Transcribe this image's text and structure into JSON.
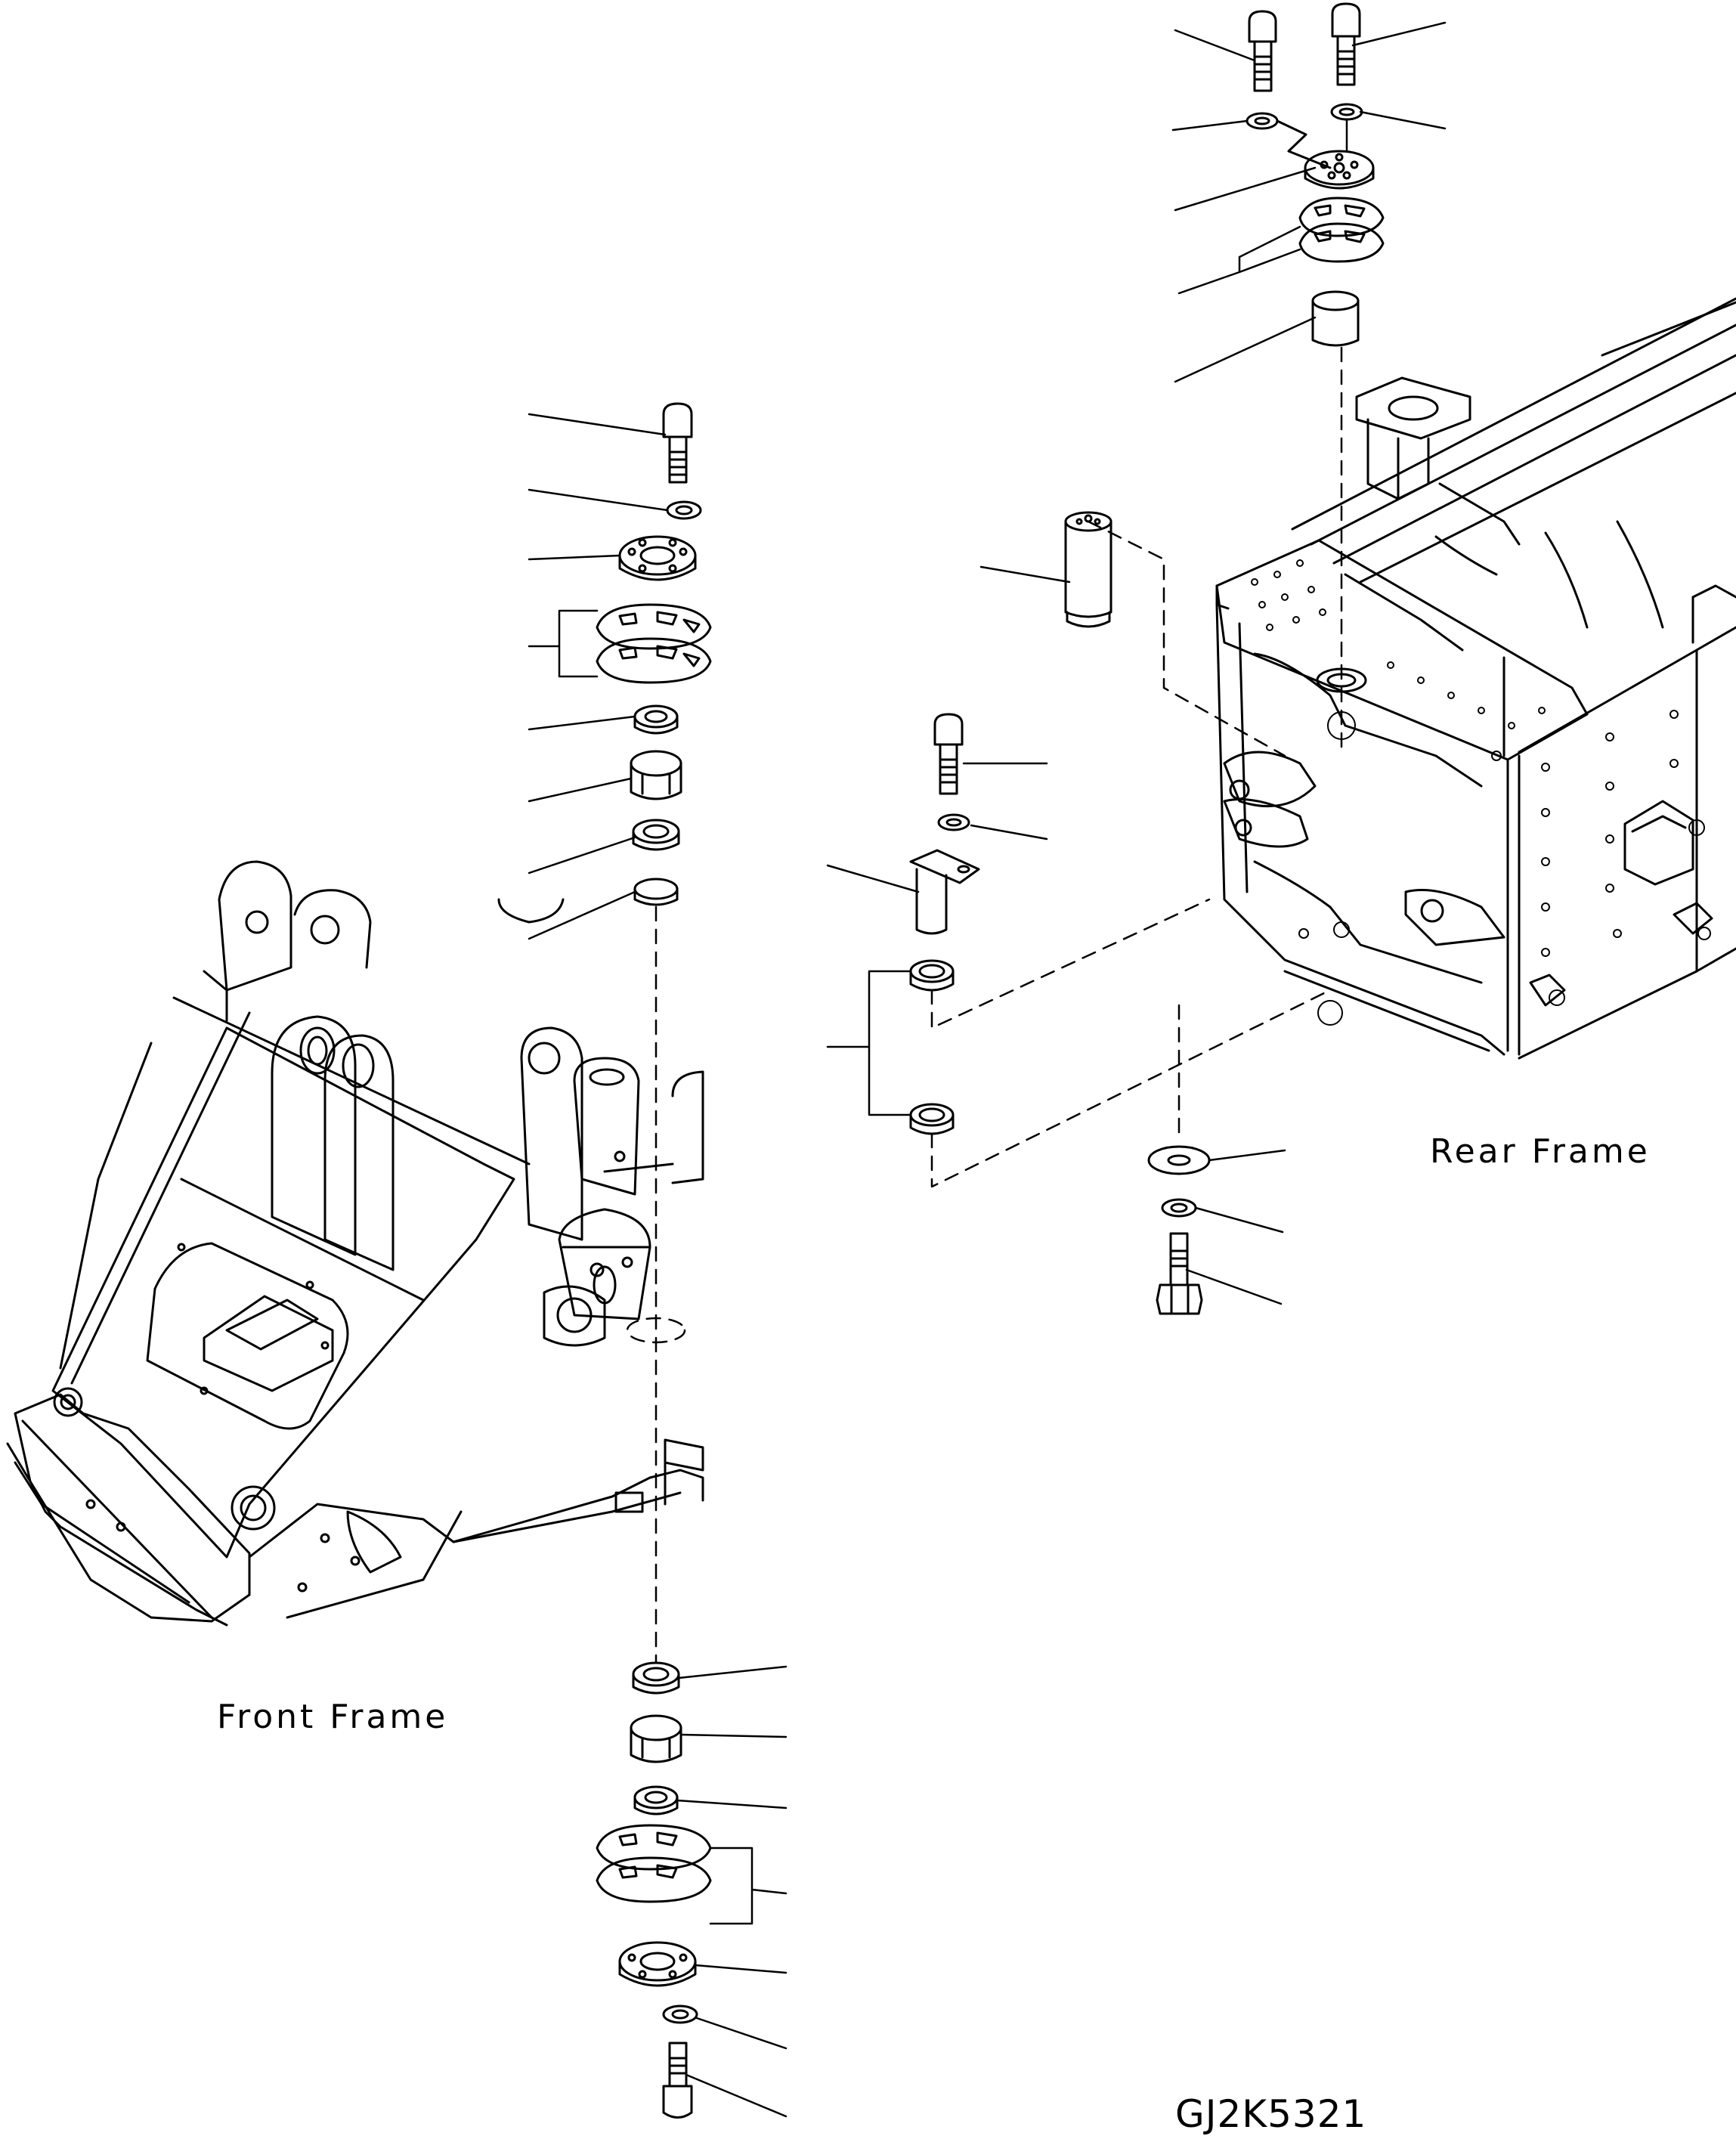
{
  "labels": {
    "front_frame": "Front Frame",
    "rear_frame": "Rear Frame",
    "drawing_code": "GJ2K5321"
  },
  "colors": {
    "line": "#000000",
    "background": "#ffffff"
  }
}
